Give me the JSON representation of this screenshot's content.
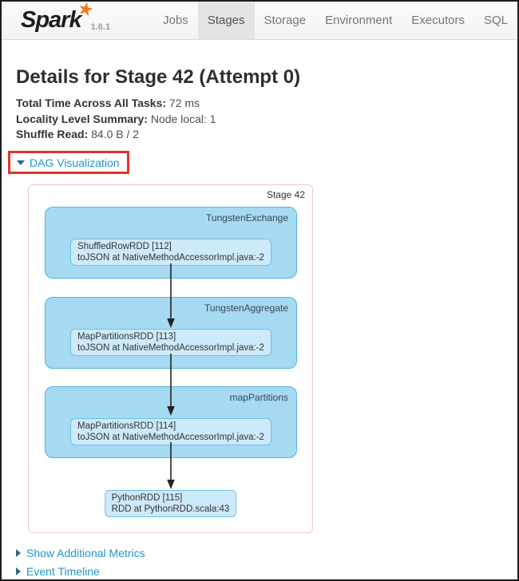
{
  "navbar": {
    "logo_text": "Spark",
    "version": "1.6.1",
    "tabs": [
      {
        "label": "Jobs",
        "active": false
      },
      {
        "label": "Stages",
        "active": true
      },
      {
        "label": "Storage",
        "active": false
      },
      {
        "label": "Environment",
        "active": false
      },
      {
        "label": "Executors",
        "active": false
      },
      {
        "label": "SQL",
        "active": false
      }
    ]
  },
  "page": {
    "title": "Details for Stage 42 (Attempt 0)",
    "summary": [
      {
        "label": "Total Time Across All Tasks:",
        "value": "72 ms"
      },
      {
        "label": "Locality Level Summary:",
        "value": "Node local: 1"
      },
      {
        "label": "Shuffle Read:",
        "value": "84.0 B / 2"
      }
    ],
    "dag_toggle_label": "DAG Visualization",
    "metrics_toggle_label": "Show Additional Metrics",
    "timeline_toggle_label": "Event Timeline"
  },
  "dag": {
    "stage_label": "Stage 42",
    "operators": [
      {
        "name": "TungstenExchange",
        "node": {
          "title": "ShuffledRowRDD [112]",
          "callsite": "toJSON at NativeMethodAccessorImpl.java:-2"
        }
      },
      {
        "name": "TungstenAggregate",
        "node": {
          "title": "MapPartitionsRDD [113]",
          "callsite": "toJSON at NativeMethodAccessorImpl.java:-2"
        }
      },
      {
        "name": "mapPartitions",
        "node": {
          "title": "MapPartitionsRDD [114]",
          "callsite": "toJSON at NativeMethodAccessorImpl.java:-2"
        }
      }
    ],
    "output_node": {
      "title": "PythonRDD [115]",
      "callsite": "RDD at PythonRDD.scala:43"
    }
  },
  "colors": {
    "link_blue": "#1e96cc",
    "toggle_arrow_blue": "#33658d",
    "annotation_red": "#e13329",
    "stage_border_pink": "#f6c5cf",
    "operator_fill_blue": "#a6d9f2",
    "operator_border_blue": "#54b4e1",
    "node_fill_blue": "#cdeafa",
    "node_border_blue": "#6dc0ea",
    "logo_star_orange": "#ef7b1d",
    "active_tab_gray": "#e4e4e4"
  }
}
